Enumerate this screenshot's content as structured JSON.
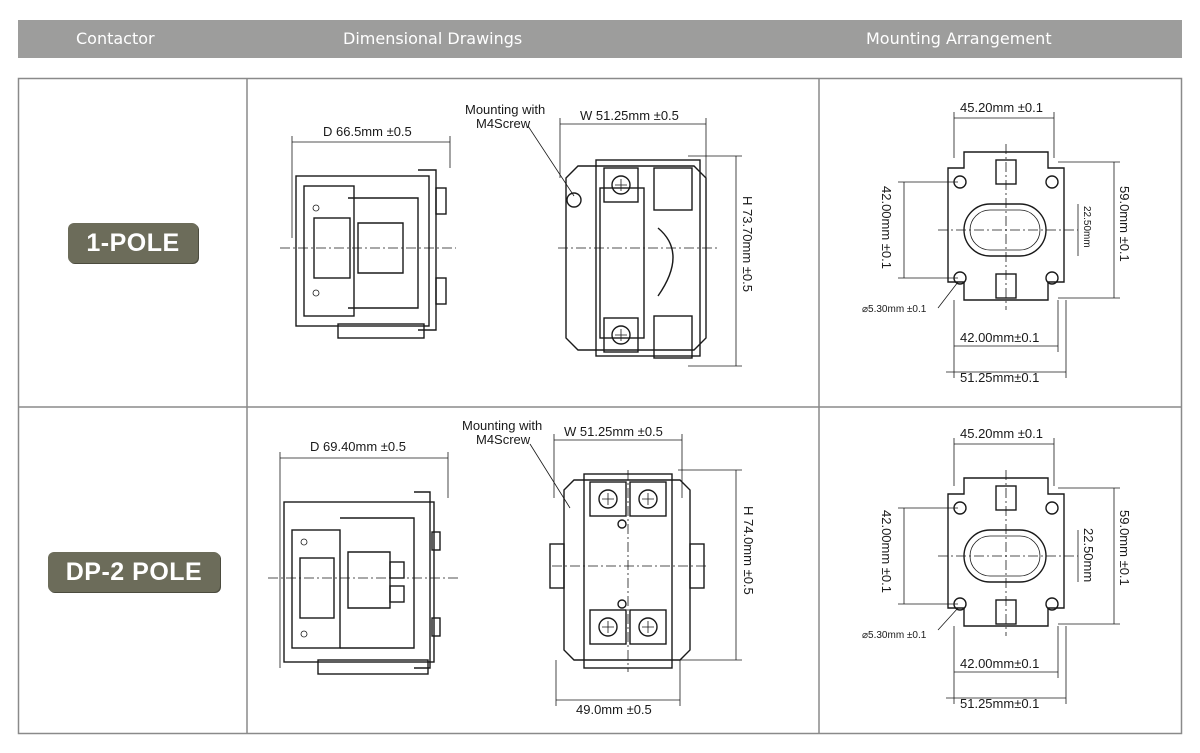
{
  "header": {
    "col_contactor": "Contactor",
    "col_drawings": "Dimensional Drawings",
    "col_mounting": "Mounting Arrangement"
  },
  "rows": [
    {
      "pole_label": "1-POLE",
      "drawing": {
        "depth": "D 66.5mm ±0.5",
        "width": "W 51.25mm ±0.5",
        "height": "H 73.70mm ±0.5",
        "mounting_line1": "Mounting with",
        "mounting_line2": "M4Screw"
      },
      "mounting": {
        "top_width": "45.20mm ±0.1",
        "left_height": "42.00mm ±0.1",
        "right_height": "59.0mm ±0.1",
        "center": "22.50mm",
        "hole": "⌀5.30mm ±0.1",
        "bottom_inner": "42.00mm±0.1",
        "bottom_outer": "51.25mm±0.1"
      }
    },
    {
      "pole_label": "DP-2 POLE",
      "drawing": {
        "depth": "D 69.40mm ±0.5",
        "width": "W 51.25mm ±0.5",
        "height": "H 74.0mm ±0.5",
        "bottom_width": "49.0mm ±0.5",
        "mounting_line1": "Mounting with",
        "mounting_line2": "M4Screw"
      },
      "mounting": {
        "top_width": "45.20mm ±0.1",
        "left_height": "42.00mm ±0.1",
        "right_height": "59.0mm ±0.1",
        "center": "22.50mm",
        "hole": "⌀5.30mm ±0.1",
        "bottom_inner": "42.00mm±0.1",
        "bottom_outer": "51.25mm±0.1"
      }
    }
  ]
}
